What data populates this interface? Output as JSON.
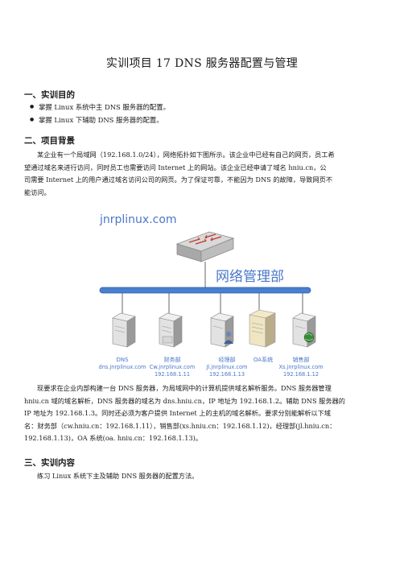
{
  "title": "实训项目 17   DNS 服务器配置与管理",
  "sections": {
    "s1": {
      "heading": "一、实训目的",
      "bullets": [
        "掌握 Linux 系统中主 DNS 服务器的配置。",
        "掌握 Linux 下辅助 DNS 服务器的配置。"
      ]
    },
    "s2": {
      "heading": "二、项目背景",
      "p1": [
        "某企业有一个局域网（192.168.1.0/24），网络拓扑如下图所示。该企业中已经有自己的网页，员工希",
        "望通过域名来进行访问，同时员工也需要访问 Internet 上的网站。该企业已经申请了域名 hniu.cn，公",
        "司需要 Internet 上的用户通过域名访问公司的网页。为了保证可靠，不能因为 DNS 的故障，导致网页不",
        "能访问。"
      ],
      "p2": [
        "现要求在企业内部构建一台 DNS 服务器，为局域网中的计算机提供域名解析服务。DNS 服务器管理",
        "hniu.cn 域的域名解析，DNS 服务器的域名为 dns.hniu.cn，IP 地址为 192.168.1.2。辅助 DNS 服务器的",
        "IP 地址为 192.168.1.3。同时还必须为客户提供 Internet 上的主机的域名解析。要求分别能解析以下域",
        "名：财务部（cw.hniu.cn：192.168.1.11），销售部(xs.hniu.cn：192.168.1.12)，经理部(jl.hniu.cn：",
        "192.168.1.13)，OA 系统(oa. hniu.cn：192.168.1.13)。"
      ]
    },
    "s3": {
      "heading": "三、实训内容",
      "p1": "练习 Linux 系统下主及辅助 DNS 服务器的配置方法。"
    }
  },
  "diagram": {
    "site": "jnrplinux.com",
    "network_label": "网络管理部",
    "nodes": [
      {
        "name": "DNS",
        "domain": "dns.jnrplinux.com",
        "ip": ""
      },
      {
        "name": "财务部",
        "domain": "Cw.jnrplinux.com",
        "ip": "192.168.1.11"
      },
      {
        "name": "经理部",
        "domain": "Jl.jnrplinux.com",
        "ip": "192.168.1.13"
      },
      {
        "name": "OA系统",
        "domain": "",
        "ip": ""
      },
      {
        "name": "销售部",
        "domain": "Xs.jnrplinux.com",
        "ip": "192.168.1.12"
      }
    ],
    "colors": {
      "blue_text": "#4a77c9",
      "bus": "#4a7fcf",
      "server_light": "#e2e2e2",
      "server_dark": "#9a9a9a"
    }
  }
}
